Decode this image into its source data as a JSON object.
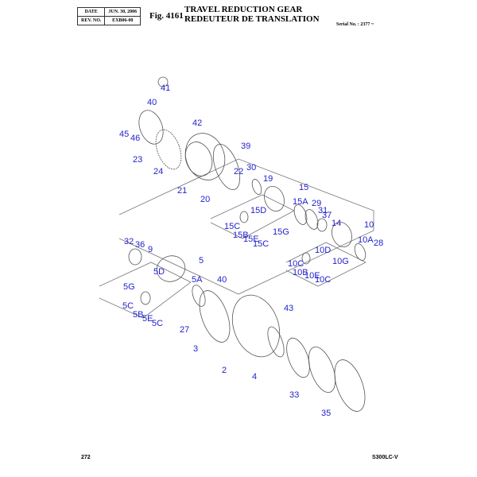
{
  "header": {
    "date_label": "DATE",
    "date_value": "JUN. 30, 2006",
    "rev_label": "REV. NO.",
    "rev_value": "EXB06-08",
    "figure": "Fig. 4161",
    "title_en": "TRAVEL REDUCTION GEAR",
    "title_fr": "REDEUTEUR DE TRANSLATION",
    "serial": "Serial No. : 2377 ~"
  },
  "footer": {
    "page": "272",
    "model": "S300LC-V"
  },
  "colors": {
    "label": "#2222cc",
    "line": "#555555"
  },
  "callouts": [
    "41",
    "40",
    "42",
    "45",
    "46",
    "23",
    "24",
    "39",
    "30",
    "22",
    "19",
    "21",
    "20",
    "15",
    "15A",
    "29",
    "31",
    "37",
    "15D",
    "15C",
    "15B",
    "15E",
    "15G",
    "15C",
    "14",
    "10",
    "10A",
    "28",
    "10D",
    "10G",
    "10C",
    "10B",
    "10E",
    "10C",
    "32",
    "36",
    "9",
    "5",
    "5D",
    "5A",
    "40",
    "5G",
    "5C",
    "5B",
    "5E",
    "5C",
    "27",
    "3",
    "43",
    "2",
    "4",
    "33",
    "35"
  ]
}
